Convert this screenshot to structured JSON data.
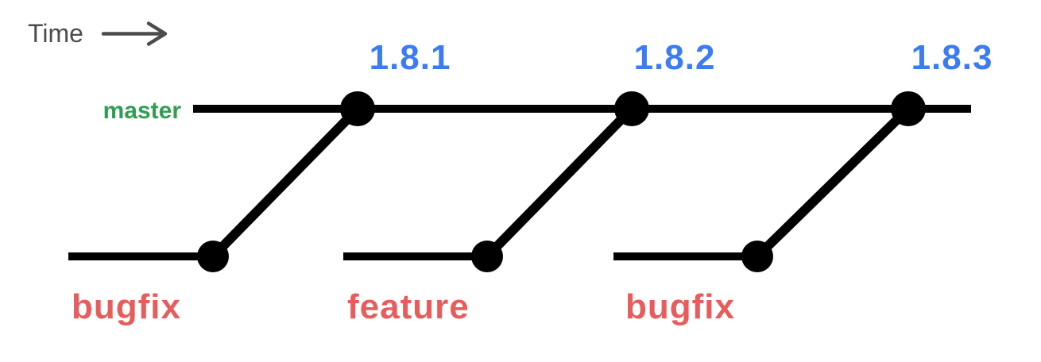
{
  "diagram": {
    "type": "git-branching-release-diagram",
    "time_axis": {
      "label": "Time",
      "arrow_icon": "right-arrow"
    },
    "colors": {
      "line": "#000000",
      "time_text": "#4c4c4c",
      "master_green": "#2e9e52",
      "release_blue": "#3b7cf2",
      "branch_red": "#e85c5c"
    },
    "master_branch": {
      "label": "master",
      "releases": [
        "1.8.1",
        "1.8.2",
        "1.8.3"
      ]
    },
    "feature_branches": [
      {
        "label": "bugfix",
        "merges_into_release": "1.8.1"
      },
      {
        "label": "feature",
        "merges_into_release": "1.8.2"
      },
      {
        "label": "bugfix",
        "merges_into_release": "1.8.3"
      }
    ]
  }
}
